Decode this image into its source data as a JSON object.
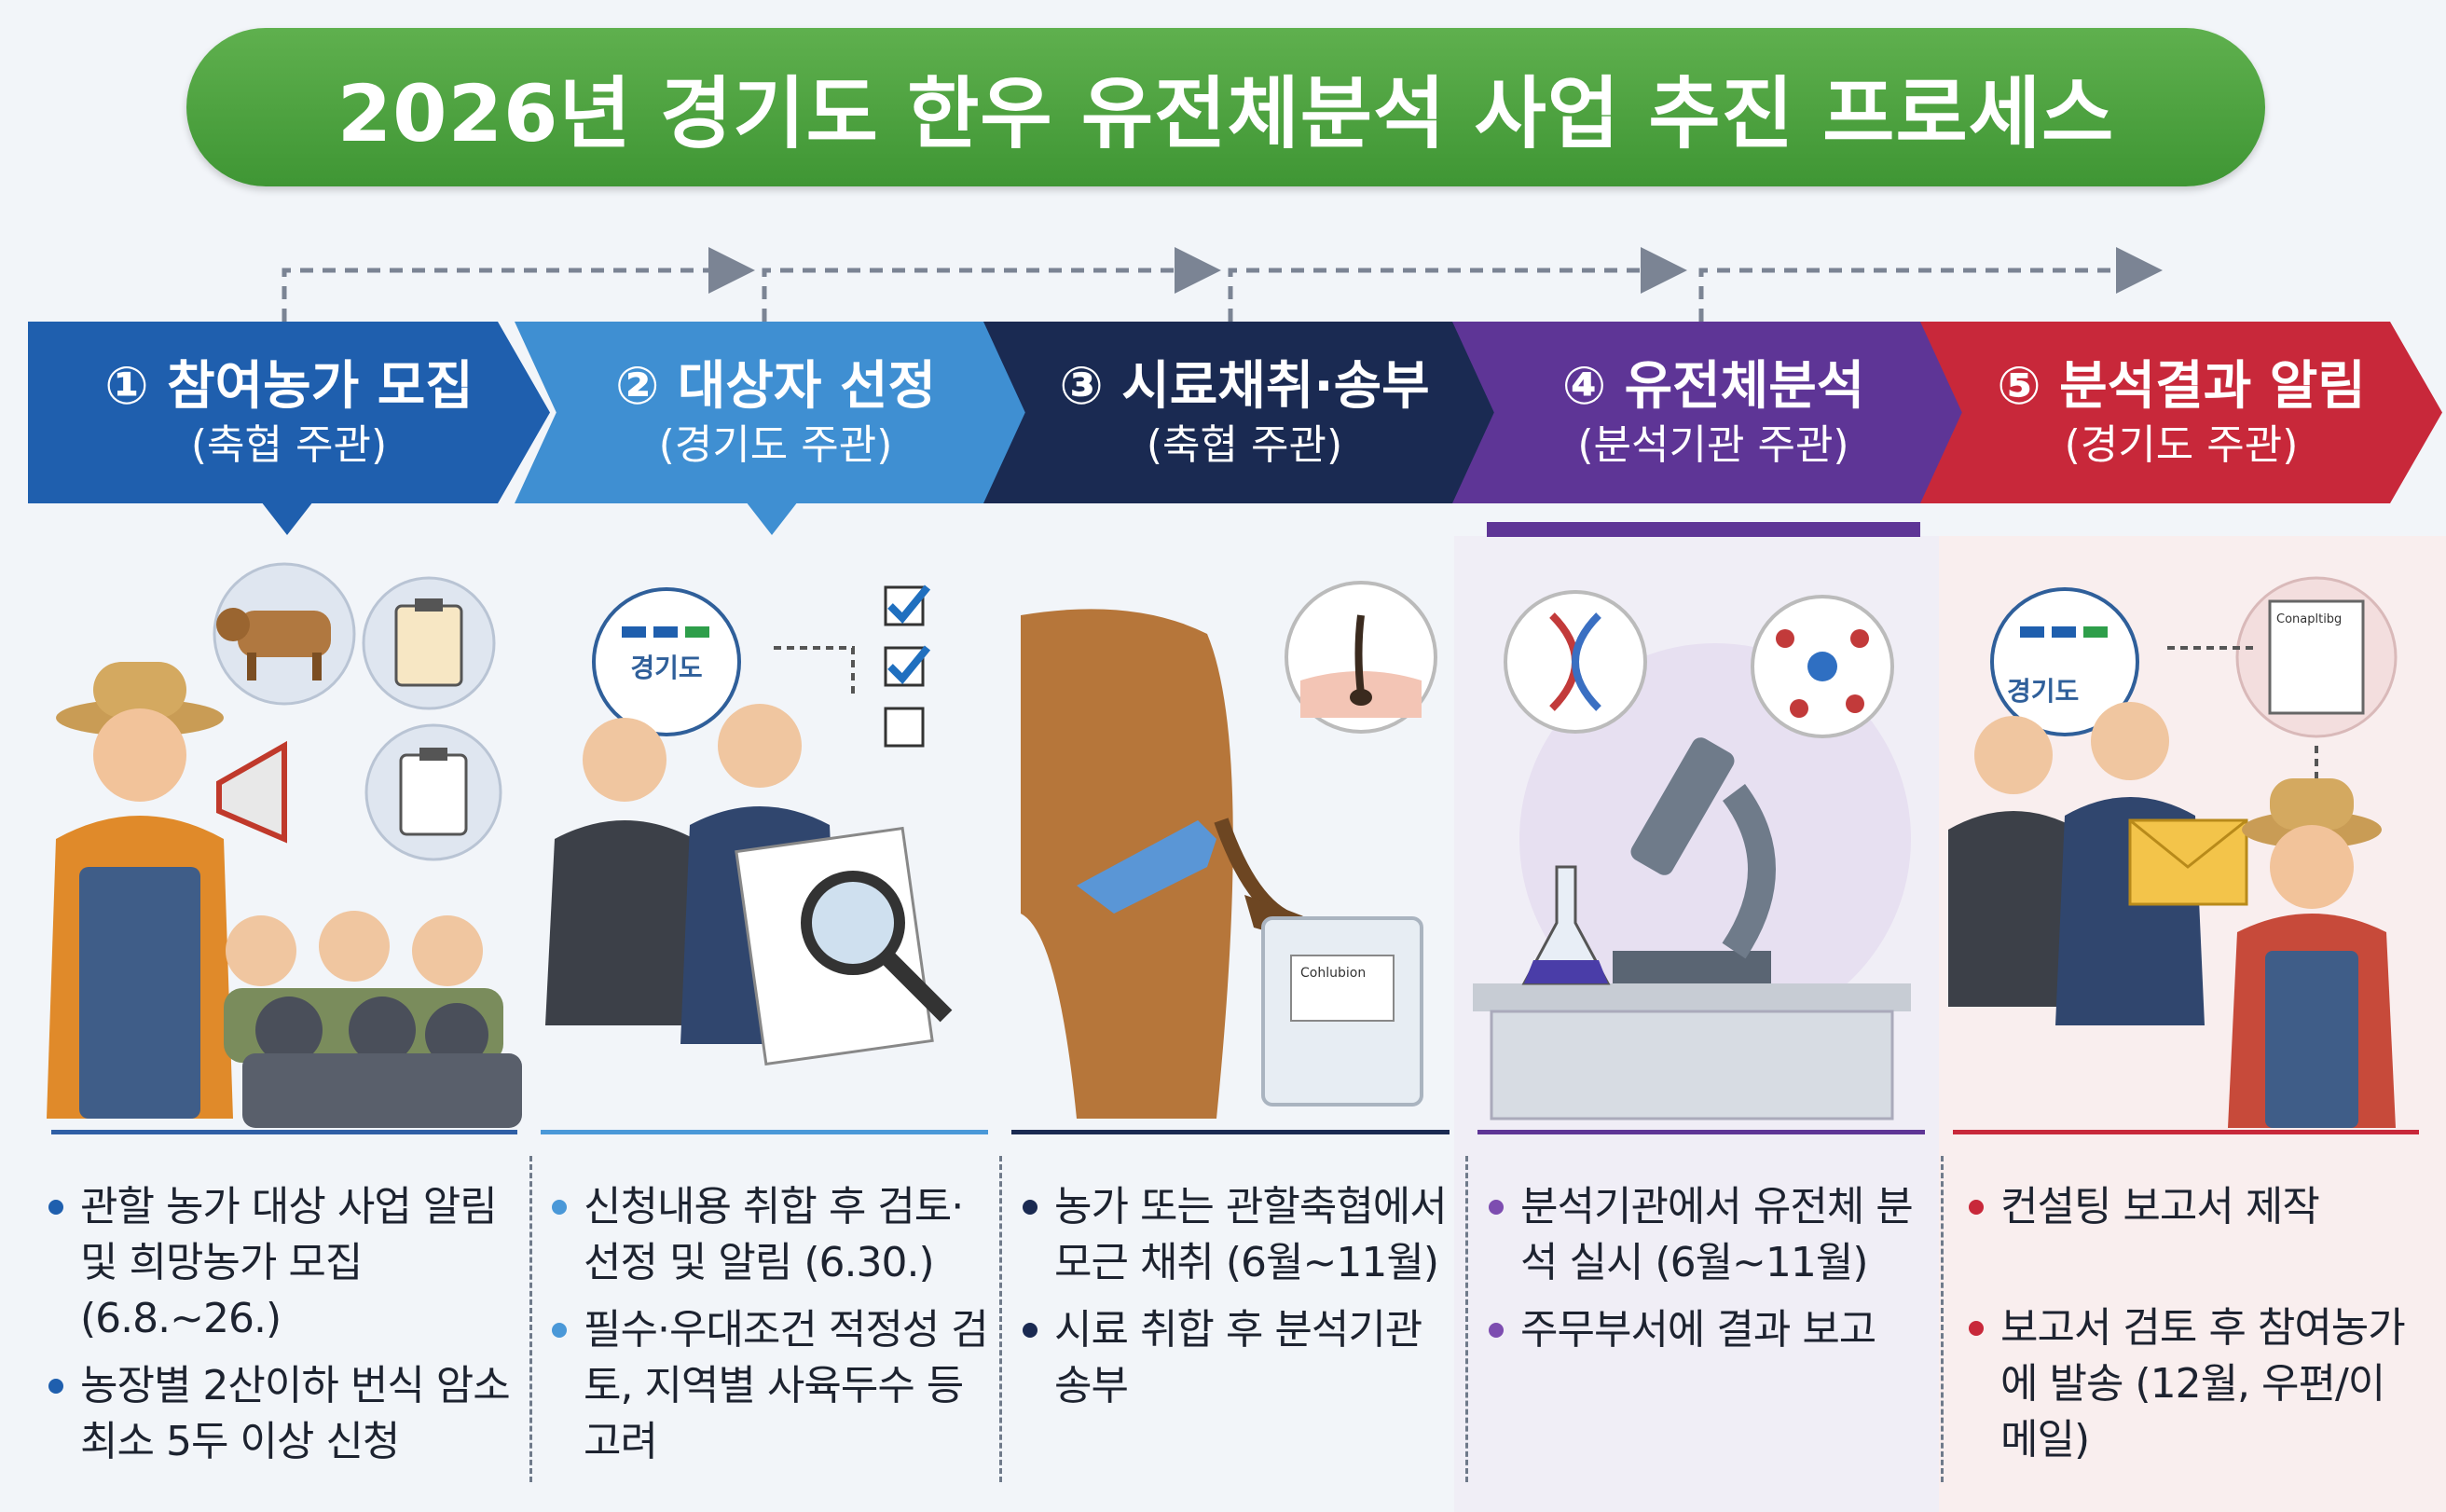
{
  "title": "2026년 경기도 한우 유전체분석 사업 추진 프로세스",
  "steps": [
    {
      "label": "① 참여농가 모집",
      "org": "(축협 주관)",
      "color": "#1f5fae",
      "bullets": [
        "관할 농가 대상 사업 알림 및 희망농가 모집 (6.8.~26.)",
        "농장별 2산이하 번식 암소 최소 5두 이상 신청"
      ],
      "dot": "#1f5fae"
    },
    {
      "label": "② 대상자 선정",
      "org": "(경기도 주관)",
      "color": "#3f8fd2",
      "bullets": [
        "신청내용 취합 후 검토·선정 및 알림 (6.30.)",
        "필수·우대조건 적정성 검토, 지역별 사육두수 등 고려"
      ],
      "dot": "#4a98d8"
    },
    {
      "label": "③ 시료채취·송부",
      "org": "(축협 주관)",
      "color": "#1a2a52",
      "bullets": [
        "농가 또는 관할축협에서 모근 채취 (6월~11월)",
        "시료 취합 후 분석기관 송부"
      ],
      "dot": "#1a2a52"
    },
    {
      "label": "④ 유전체분석",
      "org": "(분석기관 주관)",
      "color": "#5e3596",
      "bullets": [
        "분석기관에서 유전체 분석 실시 (6월~11월)",
        "주무부서에 결과 보고"
      ],
      "dot": "#7d4db0"
    },
    {
      "label": "⑤ 분석결과 알림",
      "org": "(경기도 주관)",
      "color": "#c8283a",
      "bullets": [
        "컨설팅 보고서 제작",
        "보고서 검토 후 참여농가에 발송 (12월, 우편/이메일)"
      ],
      "dot": "#c8283a"
    }
  ],
  "illustration_text": {
    "logo_label": "경기도",
    "bag_label": "Cohlubion",
    "report_label": "Conapltibg"
  }
}
